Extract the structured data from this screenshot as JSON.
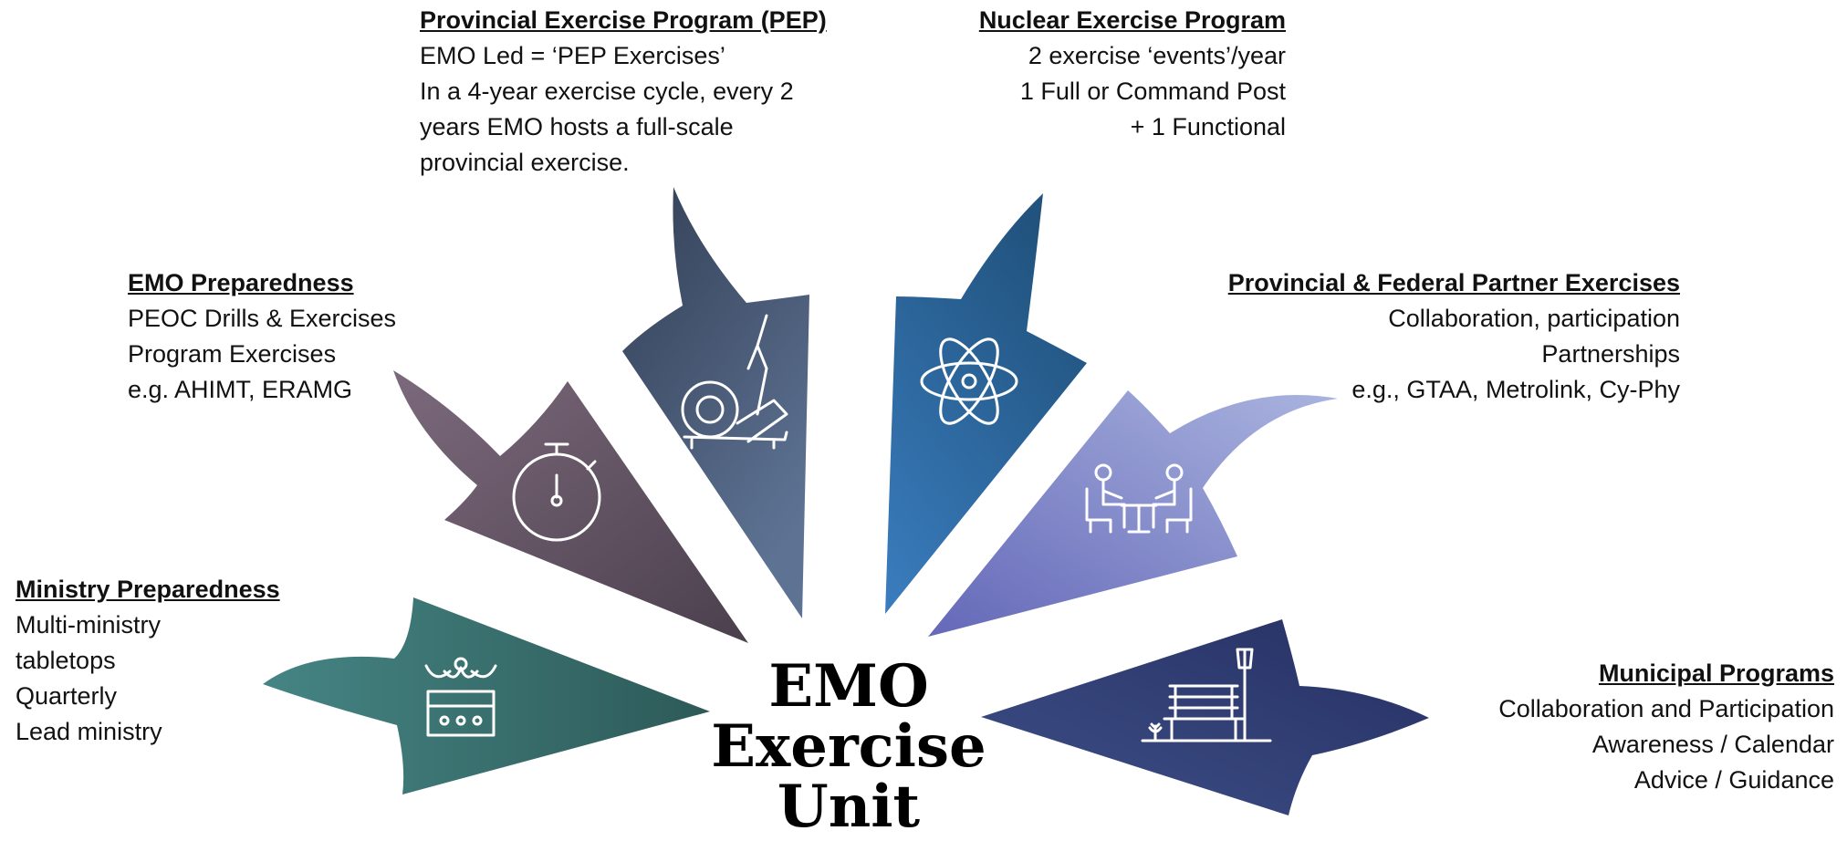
{
  "center": {
    "lines": [
      "EMO",
      "Exercise",
      "Unit"
    ]
  },
  "colors": {
    "ministry": [
      "#2d5a58",
      "#458584"
    ],
    "emo_prep": [
      "#4b3f4d",
      "#7c6a7c"
    ],
    "pep": [
      "#333f55",
      "#5e7394"
    ],
    "nuclear": [
      "#21537e",
      "#3a7dbf"
    ],
    "partner": [
      "#6468b8",
      "#aab4df"
    ],
    "municipal": [
      "#263063",
      "#3d4f87"
    ]
  },
  "sections": {
    "ministry": {
      "title": "Ministry Preparedness",
      "lines": [
        "Multi-ministry",
        "tabletops",
        "Quarterly",
        "Lead ministry"
      ],
      "icon": "crown-icon"
    },
    "emo_prep": {
      "title": "EMO Preparedness",
      "lines": [
        "PEOC Drills & Exercises",
        "Program Exercises",
        "e.g. AHIMT, ERAMG"
      ],
      "icon": "stopwatch-icon"
    },
    "pep": {
      "title": "Provincial Exercise Program (PEP)",
      "lines": [
        "EMO Led = ‘PEP Exercises’",
        "In a 4-year exercise cycle, every 2",
        "years EMO hosts a full-scale",
        "provincial exercise."
      ],
      "icon": "elliptical-trainer-icon"
    },
    "nuclear": {
      "title": "Nuclear Exercise Program",
      "lines": [
        "2 exercise ‘events’/year",
        "1 Full or Command Post",
        "+ 1 Functional"
      ],
      "icon": "atom-icon"
    },
    "partner": {
      "title": "Provincial & Federal Partner Exercises",
      "lines": [
        "Collaboration, participation",
        "Partnerships",
        "e.g., GTAA, Metrolink, Cy-Phy"
      ],
      "icon": "meeting-table-icon"
    },
    "municipal": {
      "title": "Municipal Programs",
      "lines": [
        "Collaboration and Participation",
        "Awareness / Calendar",
        "Advice / Guidance"
      ],
      "icon": "park-bench-icon"
    }
  }
}
